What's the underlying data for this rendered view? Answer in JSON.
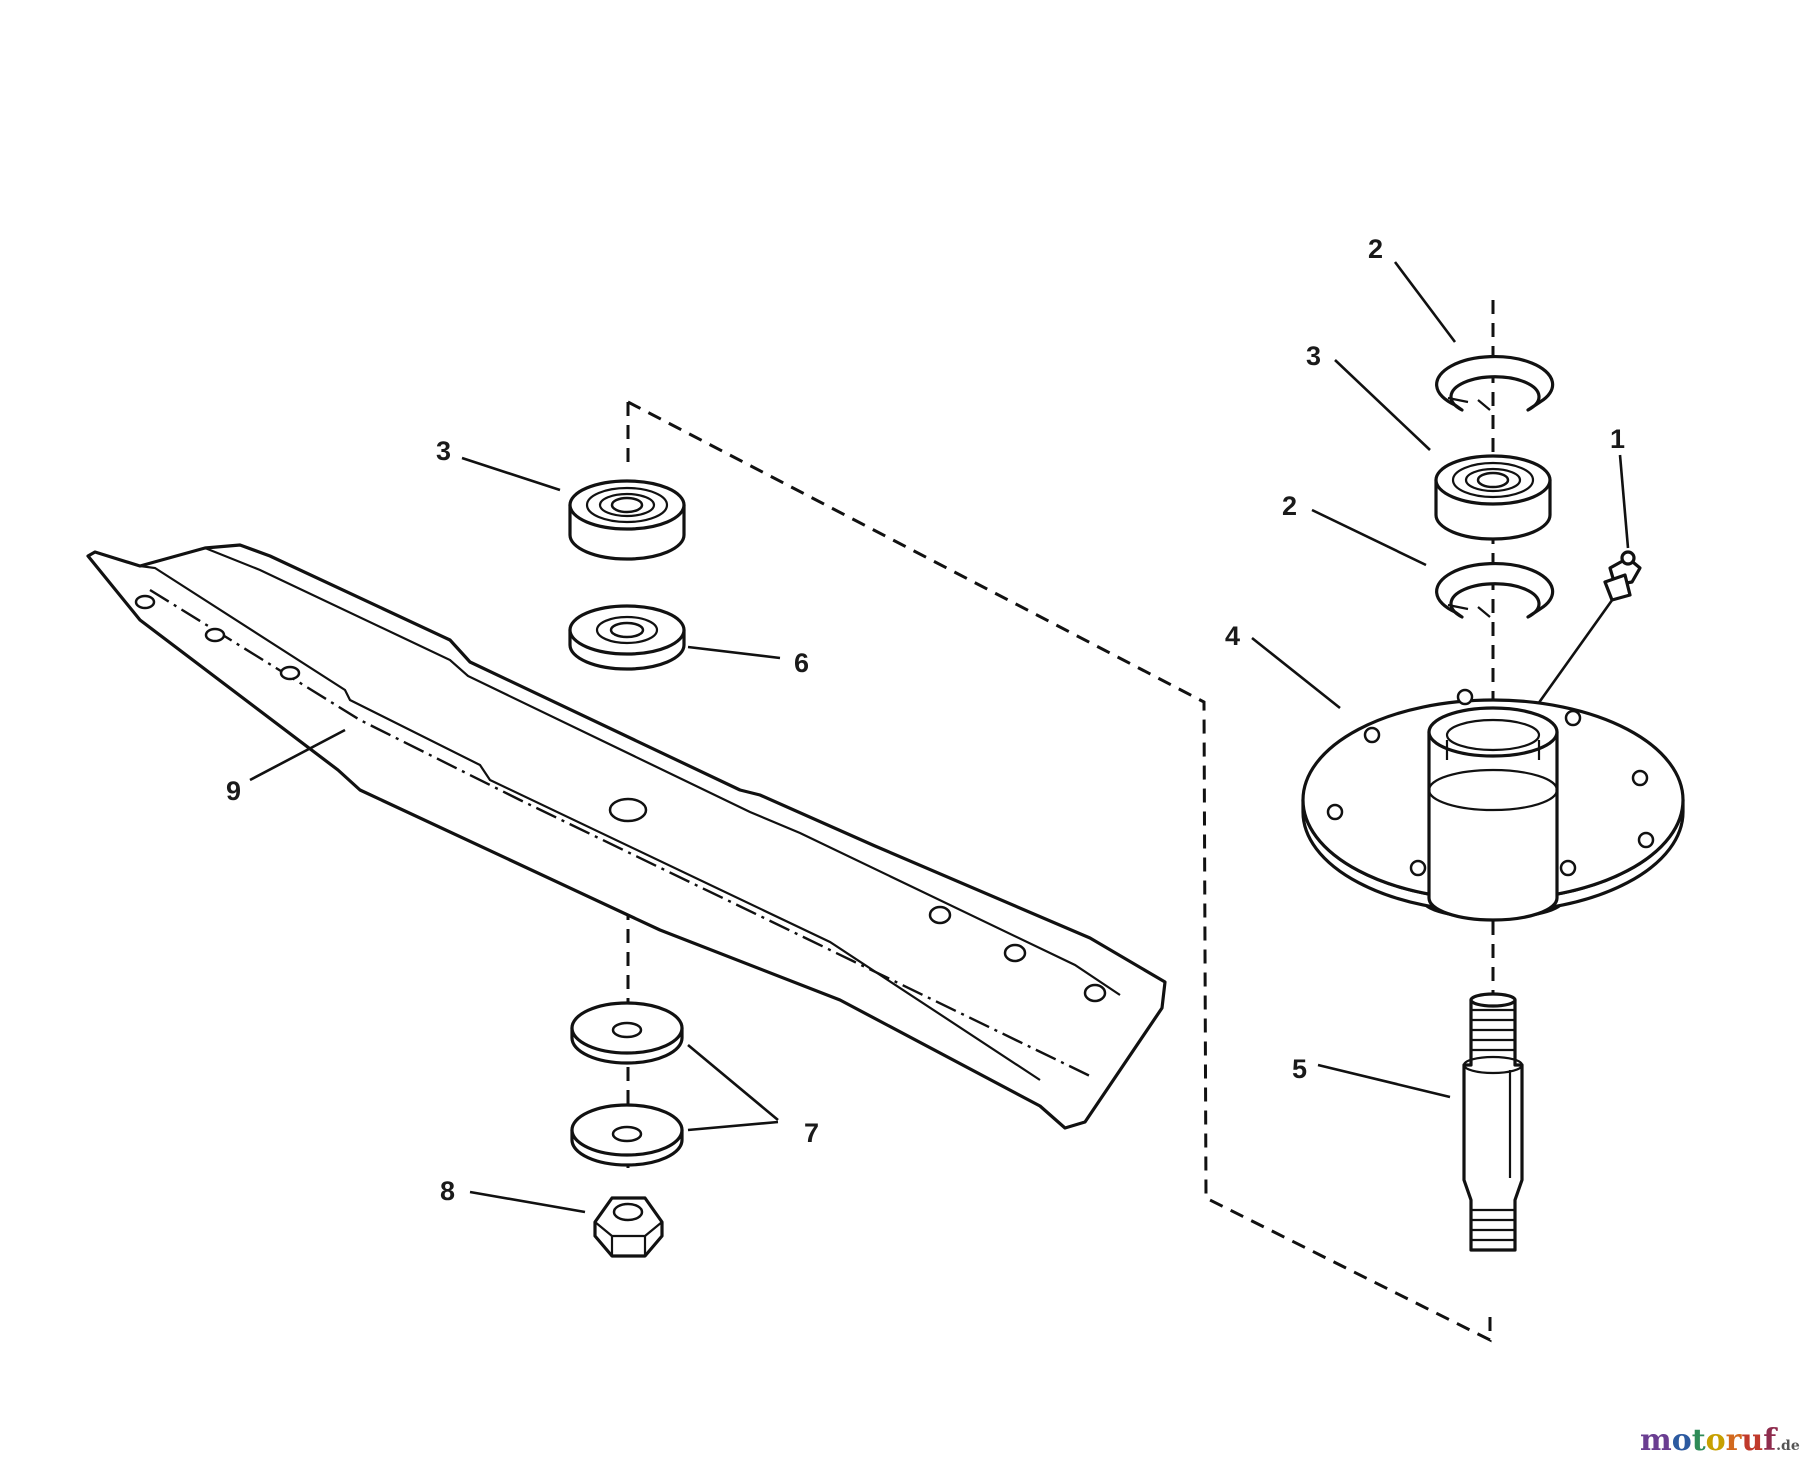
{
  "callouts": {
    "blade_bearing": "3",
    "blade_spacer": "6",
    "blade": "9",
    "washers": "7",
    "nut": "8",
    "snap_ring_top": "2",
    "spindle_bearing": "3",
    "grease_fitting": "1",
    "snap_ring_bottom": "2",
    "spindle_housing": "4",
    "spindle_shaft": "5"
  },
  "watermark": {
    "letters": [
      "m",
      "o",
      "t",
      "o",
      "r",
      "u",
      "f"
    ],
    "letter_colors": [
      "#6a3d91",
      "#2c5aa0",
      "#2e8b57",
      "#c7a000",
      "#d2691e",
      "#c0392b",
      "#8e2c4d"
    ],
    "suffix": ".de"
  }
}
